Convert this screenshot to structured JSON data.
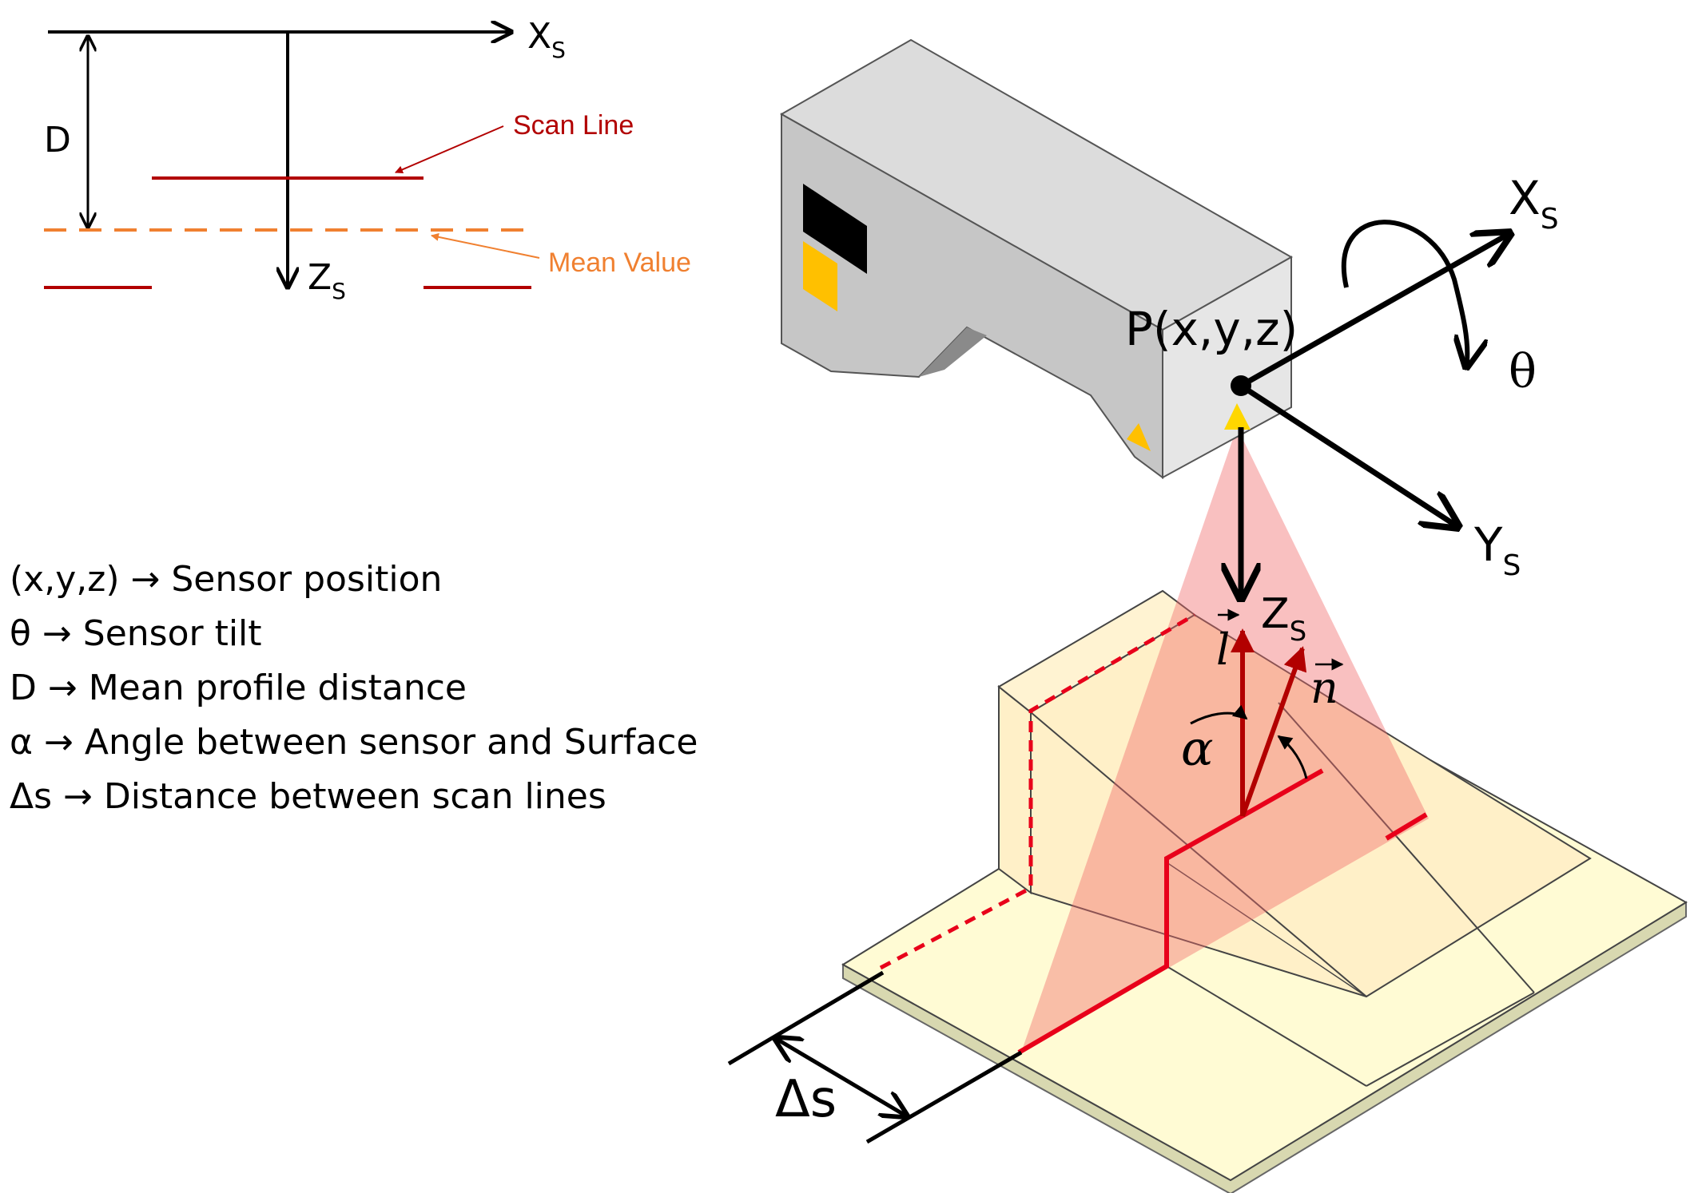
{
  "colors": {
    "scan_line": "#b20000",
    "mean_value": "#f08030",
    "laser_red": "#e8001a",
    "laser_fan": "#f4a0a0",
    "sensor_body": "#cfcfcf",
    "surface": "#fffbd4",
    "object": "#fff0c8"
  },
  "inset": {
    "x_label": "X",
    "x_sub": "S",
    "z_label": "Z",
    "z_sub": "S",
    "d_label": "D",
    "scan_line_label": "Scan Line",
    "mean_value_label": "Mean Value"
  },
  "legend": {
    "items": [
      "(x,y,z) → Sensor position",
      "θ  → Sensor tilt",
      "D → Mean profile distance",
      "α → Angle between sensor and Surface",
      "Δs → Distance between scan lines"
    ]
  },
  "main": {
    "point_label": "P(x,y,z)",
    "x_label": "X",
    "x_sub": "S",
    "y_label": "Y",
    "y_sub": "S",
    "z_label": "Z",
    "z_sub": "S",
    "theta_label": "θ",
    "alpha_label": "α",
    "l_label": "l",
    "n_label": "n",
    "delta_s_label": "Δs"
  }
}
